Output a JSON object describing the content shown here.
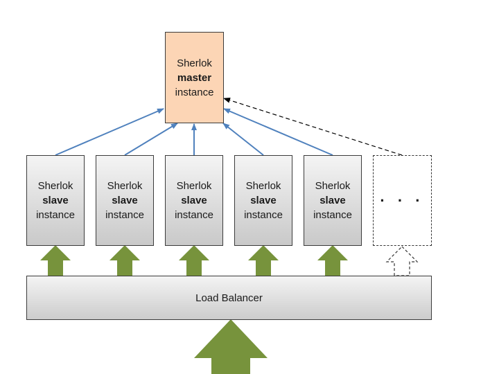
{
  "master": {
    "line1": "Sherlok",
    "line2": "master",
    "line3": "instance"
  },
  "slaves": [
    {
      "line1": "Sherlok",
      "line2": "slave",
      "line3": "instance"
    },
    {
      "line1": "Sherlok",
      "line2": "slave",
      "line3": "instance"
    },
    {
      "line1": "Sherlok",
      "line2": "slave",
      "line3": "instance"
    },
    {
      "line1": "Sherlok",
      "line2": "slave",
      "line3": "instance"
    },
    {
      "line1": "Sherlok",
      "line2": "slave",
      "line3": "instance"
    }
  ],
  "more_placeholder": "· · ·",
  "load_balancer": {
    "label": "Load Balancer"
  },
  "colors": {
    "master_fill": "#fcd5b5",
    "connector_blue": "#4f81bd",
    "arrow_green": "#77933c",
    "dashed_outline": "#333333"
  }
}
